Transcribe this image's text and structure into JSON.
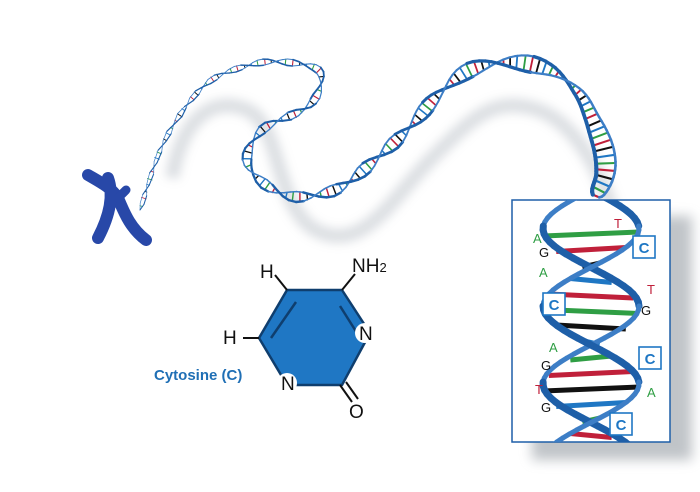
{
  "colors": {
    "backbone": "#1e5fa8",
    "backbone_light": "#3d7ec6",
    "chromosome": "#2848a8",
    "ring_fill": "#1f77c4",
    "ring_stroke": "#0f3e6e",
    "adenine": "#2f9e44",
    "thymine": "#c0203a",
    "guanine": "#111111",
    "cytosine": "#1f77c4",
    "caption": "#1f6fb5"
  },
  "molecule": {
    "atoms": {
      "h_top": "H",
      "h_left": "H",
      "amine": "NH",
      "amine_sub": "2",
      "n_right": "N",
      "n_bottom": "N",
      "oxygen": "O"
    },
    "caption": "Cytosine (C)"
  },
  "dna_box": {
    "labels": {
      "l1": "A",
      "l2": "G",
      "l3": "A",
      "r1": "T",
      "r2": "T",
      "r3": "G",
      "l4": "A",
      "l5": "G",
      "l6": "T",
      "l7": "G",
      "r4": "A"
    },
    "cytosine_boxes": [
      "C",
      "C",
      "C",
      "C"
    ]
  },
  "icons": {
    "chromosome": "chromosome-icon",
    "ring": "cytosine-ring-icon"
  }
}
